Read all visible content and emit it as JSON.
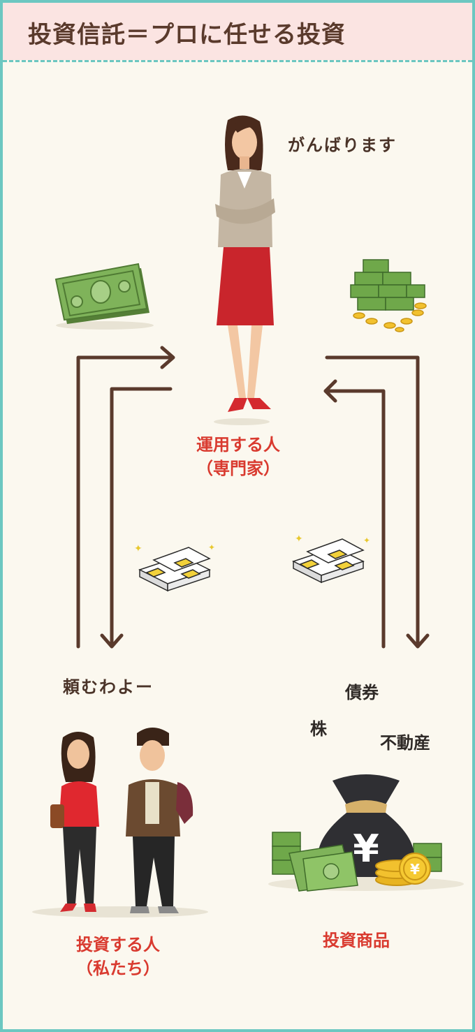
{
  "title": "投資信託＝プロに任せる投資",
  "expert": {
    "speech": "がんばります",
    "label_line1": "運用する人",
    "label_line2": "（専門家）"
  },
  "investors": {
    "speech": "頼むわよー",
    "label_line1": "投資する人",
    "label_line2": "（私たち）"
  },
  "products": {
    "items": [
      "債券",
      "株",
      "不動産"
    ],
    "label": "投資商品",
    "bag_symbol": "¥",
    "coin_symbol": "¥"
  },
  "colors": {
    "frame": "#6cc7c1",
    "background": "#fbf8ef",
    "title_band": "#fbe4e2",
    "title_text": "#5a3a2c",
    "arrow": "#5a3a2c",
    "red_label": "#d93a2f",
    "money_green": "#6fa84a",
    "gold": "#f2c12e",
    "skirt": "#c9252c"
  },
  "icons": [
    "dollar-bills-icon",
    "money-stacks-coins-icon",
    "yen-bundles-icon",
    "money-bag-icon"
  ]
}
